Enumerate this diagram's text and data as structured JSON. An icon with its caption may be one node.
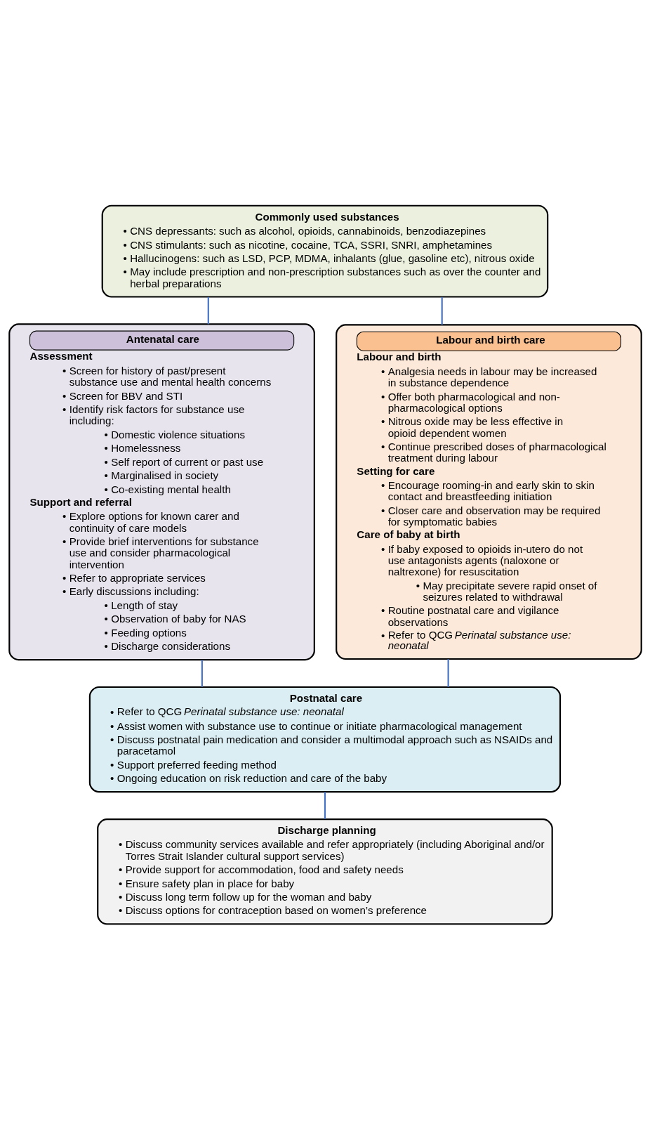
{
  "diagram": {
    "nodes": [
      {
        "text": [
          "Commonly used substances",
          "• CNS depressants: such as alcohol, opioids, cannabinoids, benzodiazepines",
          "• CNS stimulants: such as nicotine, cocaine, TCA, SSRI, SNRI, amphetamines",
          "• Hallucinogens: such as LSD, PCP, MDMA, inhalants (glue, gasoline etc), nitrous oxide",
          "• May include prescription and non-prescription substances such as over the counter and herbal preparations"
        ]
      },
      {
        "text": [
          "Antenatal care",
          "Assessment",
          "• Screen for history of past/present substance use and mental health concerns",
          "• Screen for BBV and STI",
          "• Identify risk factors for substance use including:",
          "• Domestic violence situations",
          "• Homelessness",
          "• Self report of current or past use",
          "• Marginalised in society",
          "• Co-existing mental health",
          "Support and referral",
          "• Explore options for known carer and continuity of care models",
          "• Provide brief interventions for substance use and consider pharmacological intervention",
          "• Refer to appropriate services",
          "• Early discussions including:",
          "• Length of stay",
          "• Observation of baby for NAS",
          "• Feeding options",
          "• Discharge considerations"
        ]
      },
      {
        "text": [
          "Labour and birth care",
          "Labour and birth",
          "• Analgesia needs in labour may be increased in substance dependence",
          "• Offer both pharmacological and non-pharmacological options",
          "• Nitrous oxide may be less effective in opioid dependent women",
          "• Continue prescribed doses of pharmacological treatment during labour",
          "Setting for care",
          "• Encourage rooming-in and early skin to skin contact and breastfeeding initiation",
          "• Closer care and observation may be required for symptomatic babies",
          "Care of baby at birth",
          "• If baby exposed to opioids in-utero do not use antagonists agents (naloxone or naltrexone) for resuscitation",
          "• May precipitate severe rapid onset of seizures related to withdrawal",
          "• Routine postnatal care and vigilance observations",
          "• Refer to QCG *Perinatal substance use: neonatal*"
        ]
      },
      {
        "text": [
          "Postnatal care",
          "• Refer to QCG *Perinatal substance use: neonatal*",
          "• Assist women with substance use to continue or initiate pharmacological management",
          "• Discuss postnatal pain medication and consider a multimodal approach such as NSAIDs and paracetamol",
          "• Support preferred feeding method",
          "• Ongoing education on risk reduction and care of the baby"
        ]
      },
      {
        "text": [
          "Discharge planning",
          "• Discuss community services available and refer appropriately (including Aboriginal and/or Torres Strait Islander cultural support services)",
          "• Provide support for accommodation, food and safety needs",
          "• Ensure safety plan in place for baby",
          "• Discuss long term follow up for the woman and baby",
          "• Discuss options for contraception based on women’s preference"
        ]
      }
    ],
    "edges": [
      {
        "from": 0,
        "to": 1,
        "arrow": "none"
      },
      {
        "from": 0,
        "to": 2,
        "arrow": "none"
      },
      {
        "from": 1,
        "to": 3,
        "arrow": "none"
      },
      {
        "from": 2,
        "to": 3,
        "arrow": "none"
      },
      {
        "from": 3,
        "to": 4,
        "arrow": "none"
      }
    ]
  }
}
